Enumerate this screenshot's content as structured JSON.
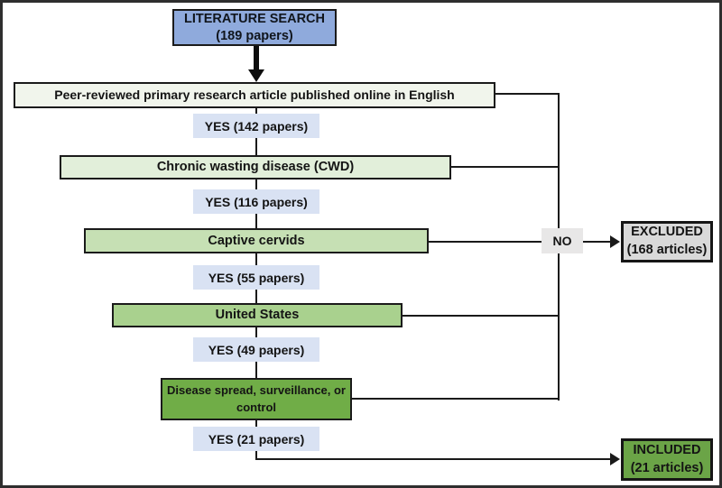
{
  "colors": {
    "line": "#1a1a1a",
    "frame_border": "#2e2e2e",
    "literature_bg": "#8FAADC",
    "yes_bg": "#D9E2F3",
    "no_bg": "#E8E7E7",
    "excluded_bg": "#D9D9D9",
    "included_bg": "#6BA447",
    "filter_bgs": [
      "#F1F5EC",
      "#E2EFDA",
      "#C6E0B4",
      "#A9D18E",
      "#70AD47"
    ]
  },
  "literature_search": {
    "title": "LITERATURE SEARCH",
    "count": "(189 papers)"
  },
  "filters": [
    {
      "label": "Peer-reviewed primary research article published online in English",
      "yes": "YES (142 papers)"
    },
    {
      "label": "Chronic wasting disease (CWD)",
      "yes": "YES (116 papers)"
    },
    {
      "label": "Captive cervids",
      "yes": "YES (55 papers)"
    },
    {
      "label": "United States",
      "yes": "YES (49 papers)"
    },
    {
      "label": "Disease spread, surveillance, or control",
      "yes": "YES (21 papers)"
    }
  ],
  "no_label": "NO",
  "excluded": {
    "title": "EXCLUDED",
    "count": "(168 articles)"
  },
  "included": {
    "title": "INCLUDED",
    "count": "(21 articles)"
  }
}
